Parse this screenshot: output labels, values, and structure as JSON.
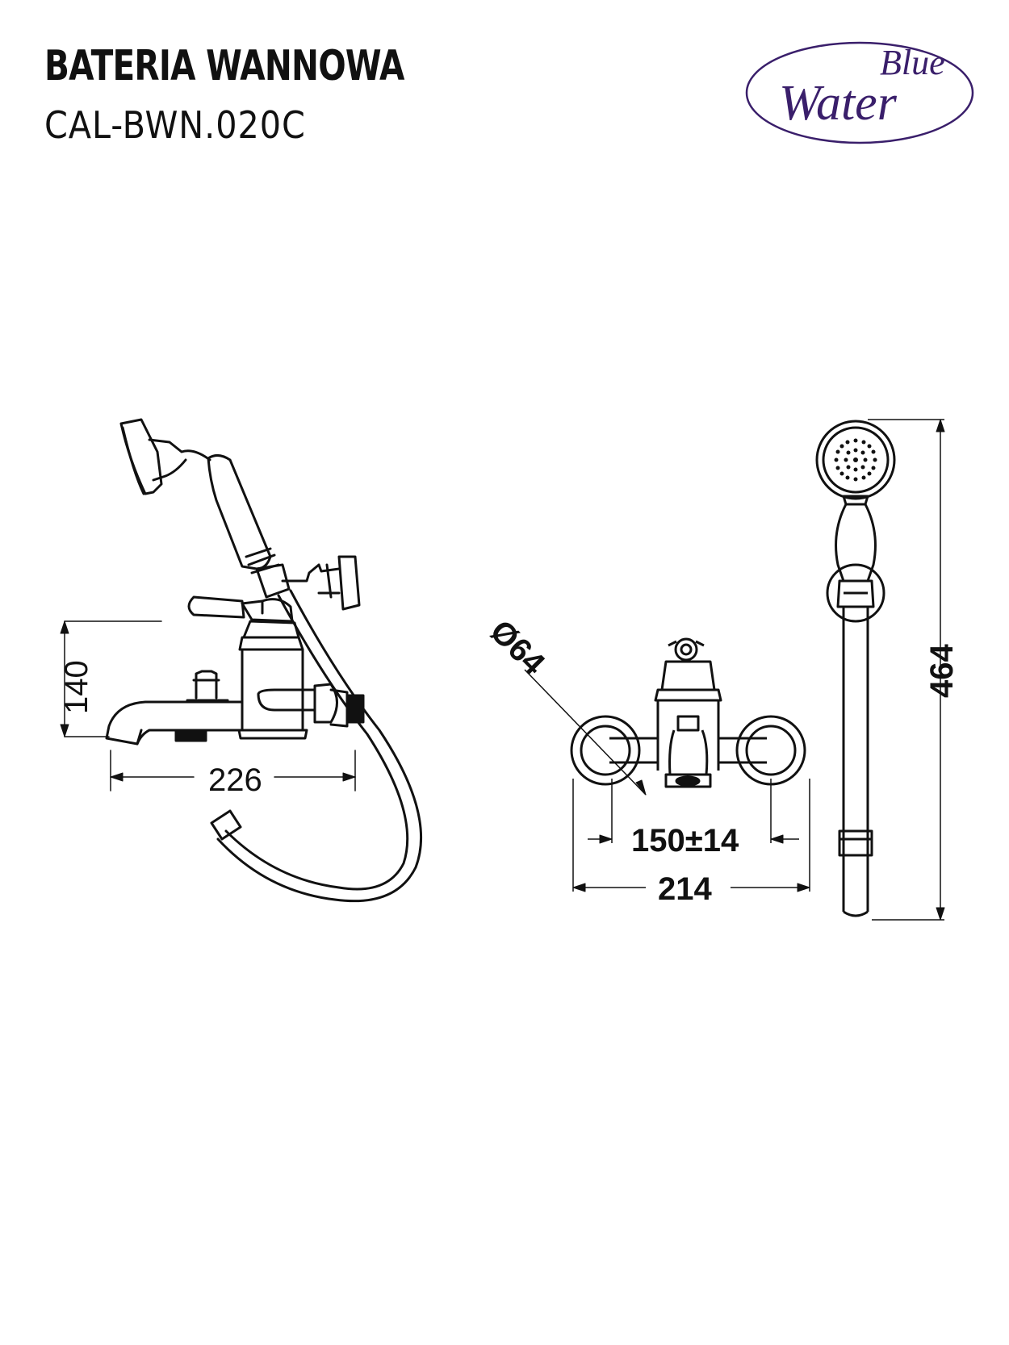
{
  "header": {
    "title": "BATERIA WANNOWA",
    "code": "CAL-BWN.020C"
  },
  "logo": {
    "text_line1": "Blue",
    "text_line2": "Water",
    "color": "#3a1f6b"
  },
  "dimensions": {
    "side_height": "140",
    "side_width": "226",
    "front_diameter": "Ø64",
    "front_spacing": "150±14",
    "front_width": "214",
    "shower_height": "464"
  }
}
